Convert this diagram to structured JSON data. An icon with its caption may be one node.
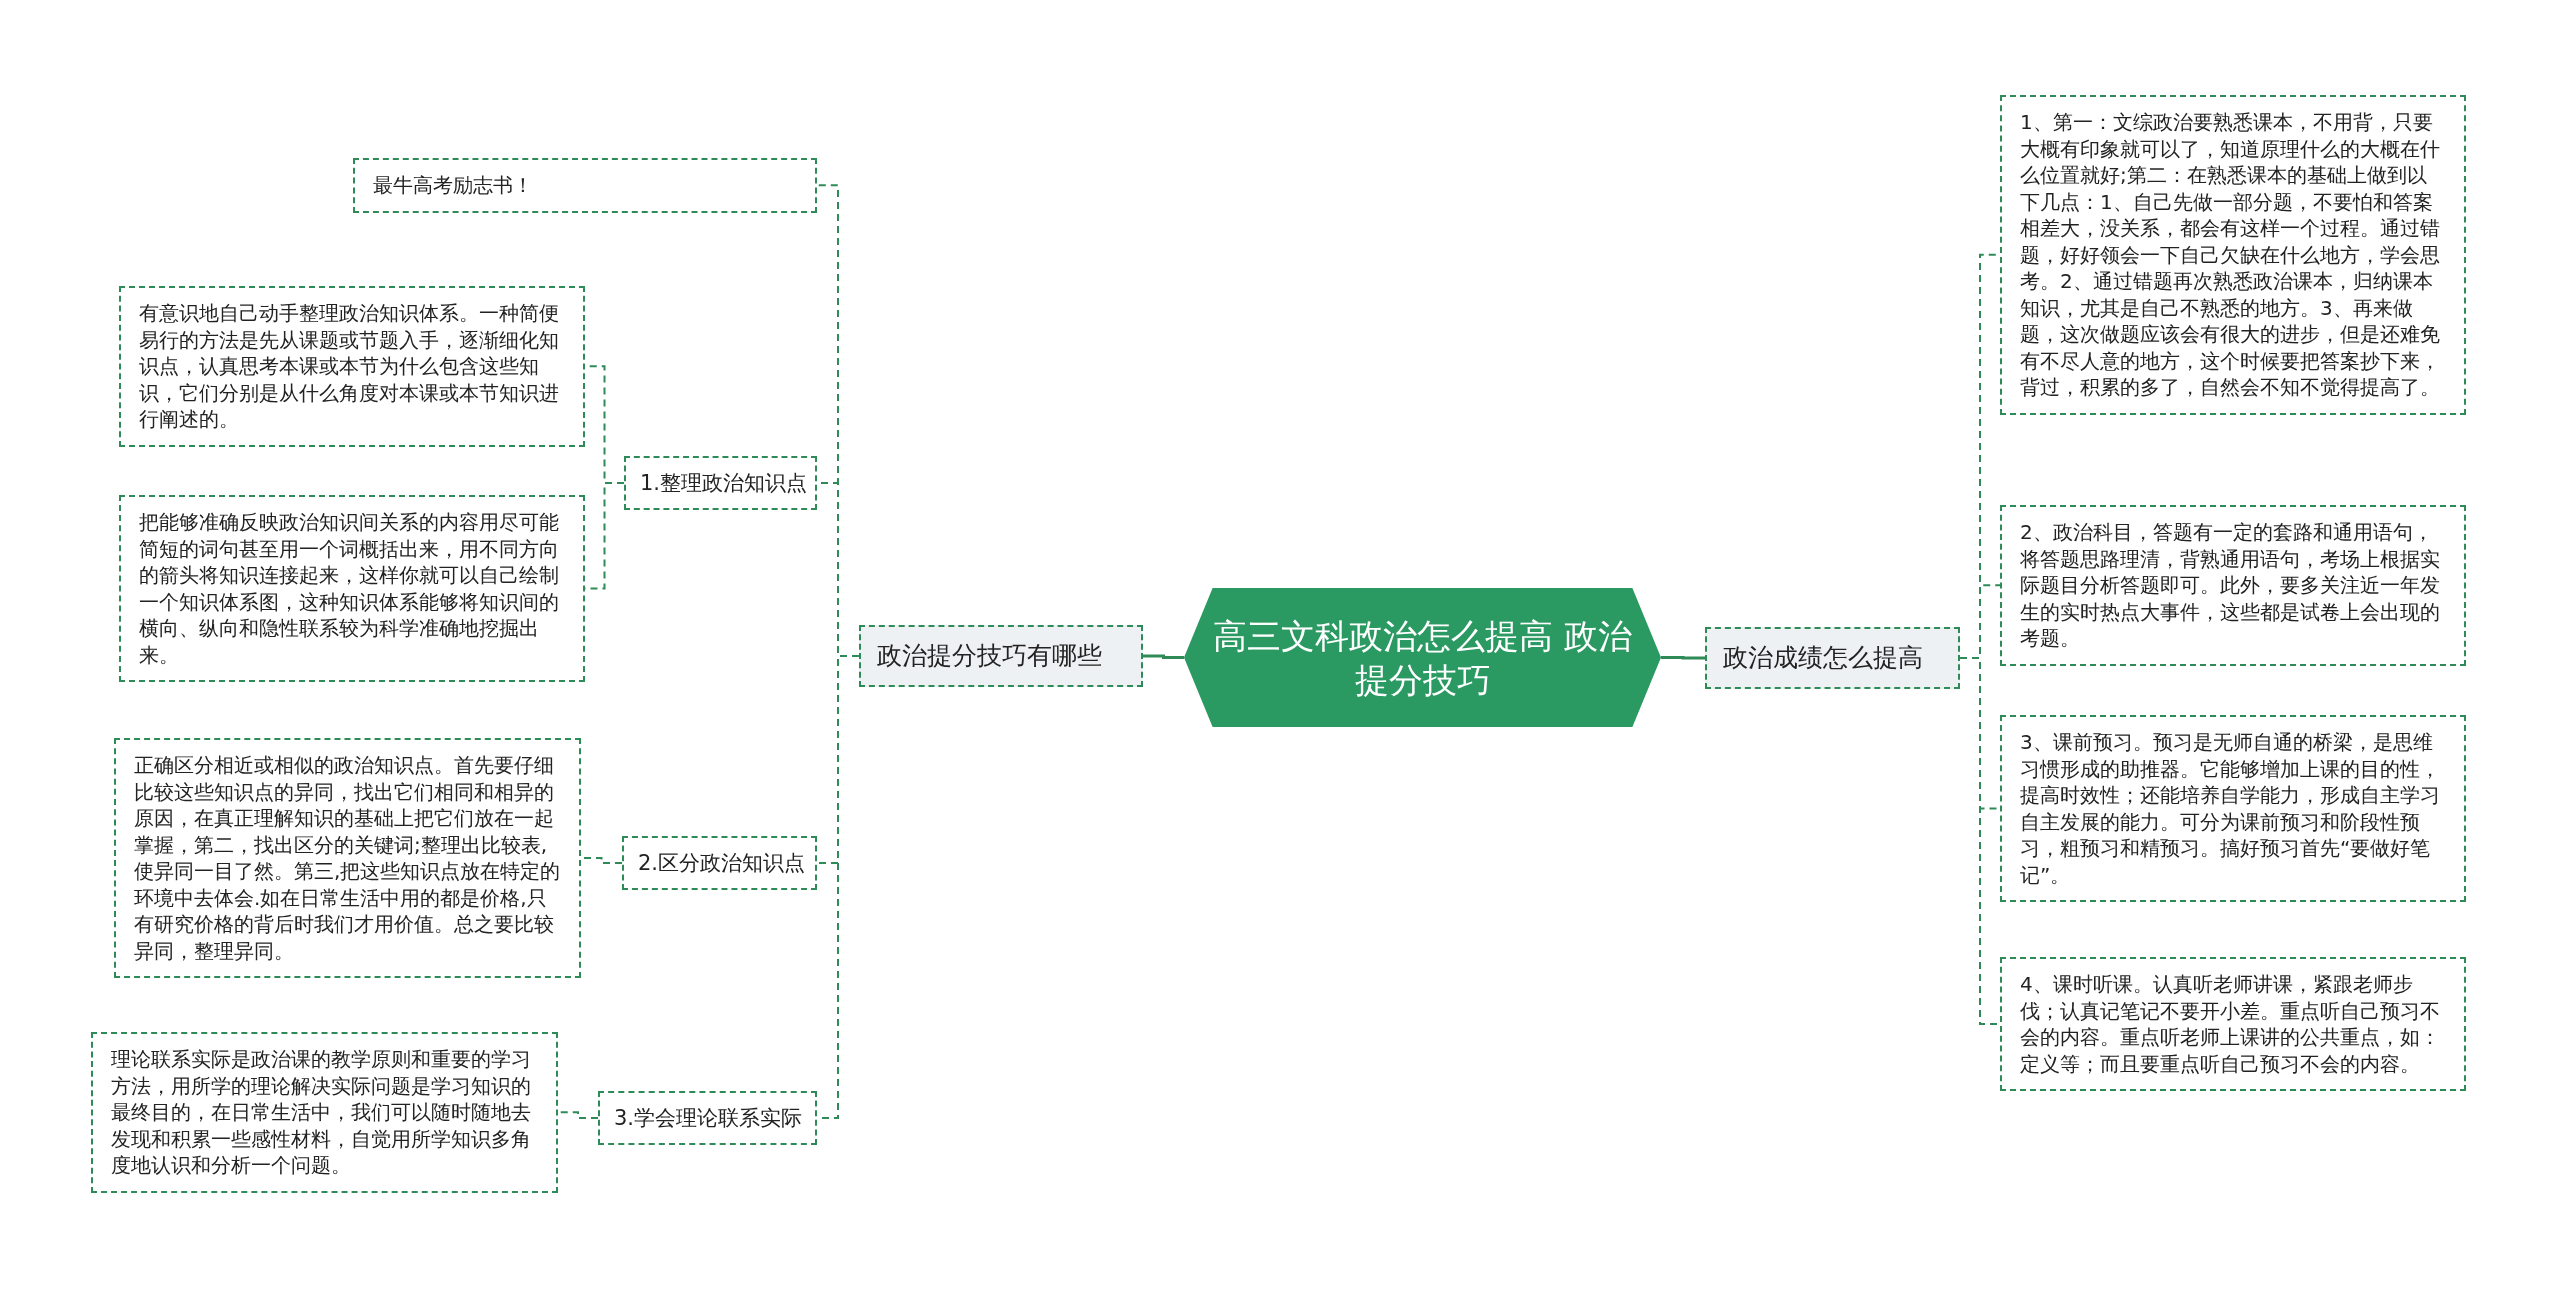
{
  "diagram": {
    "nodes": [
      {
        "text": [
          "高三文科政治怎么提高 政治提分技巧"
        ]
      },
      {
        "text": [
          "政治提分技巧有哪些"
        ]
      },
      {
        "text": [
          "最牛高考励志书！"
        ]
      },
      {
        "text": [
          "1.整理政治知识点"
        ]
      },
      {
        "text": [
          "有意识地自己动手整理政治知识体系。一种简便易行的方法是先从课题或节题入手，逐渐细化知识点，认真思考本课或本节为什么包含这些知识，它们分别是从什么角度对本课或本节知识进行阐述的。"
        ]
      },
      {
        "text": [
          "把能够准确反映政治知识间关系的内容用尽可能简短的词句甚至用一个词概括出来，用不同方向的箭头将知识连接起来，这样你就可以自己绘制一个知识体系图，这种知识体系能够将知识间的横向、纵向和隐性联系较为科学准确地挖掘出来。"
        ]
      },
      {
        "text": [
          "2.区分政治知识点"
        ]
      },
      {
        "text": [
          "正确区分相近或相似的政治知识点。首先要仔细比较这些知识点的异同，找出它们相同和相异的原因，在真正理解知识的基础上把它们放在一起掌握，第二，找出区分的关键词;整理出比较表,使异同一目了然。第三,把这些知识点放在特定的环境中去体会.如在日常生活中用的都是价格,只有研究价格的背后时我们才用价值。总之要比较异同，整理异同。"
        ]
      },
      {
        "text": [
          "3.学会理论联系实际"
        ]
      },
      {
        "text": [
          "理论联系实际是政治课的教学原则和重要的学习方法，用所学的理论解决实际问题是学习知识的最终目的，在日常生活中，我们可以随时随地去发现和积累一些感性材料，自觉用所学知识多角度地认识和分析一个问题。"
        ]
      },
      {
        "text": [
          "政治成绩怎么提高"
        ]
      },
      {
        "text": [
          "1、第一：文综政治要熟悉课本，不用背，只要大概有印象就可以了，知道原理什么的大概在什么位置就好;第二：在熟悉课本的基础上做到以下几点：1、自己先做一部分题，不要怕和答案相差大，没关系，都会有这样一个过程。通过错题，好好领会一下自己欠缺在什么地方，学会思考。2、通过错题再次熟悉政治课本，归纳课本知识，尤其是自己不熟悉的地方。3、再来做题，这次做题应该会有很大的进步，但是还难免有不尽人意的地方，这个时候要把答案抄下来，背过，积累的多了，自然会不知不觉得提高了。"
        ]
      },
      {
        "text": [
          "2、政治科目，答题有一定的套路和通用语句，将答题思路理清，背熟通用语句，考场上根据实际题目分析答题即可。此外，要多关注近一年发生的实时热点大事件，这些都是试卷上会出现的考题。"
        ]
      },
      {
        "text": [
          "3、课前预习。预习是无师自通的桥梁，是思维习惯形成的助推器。它能够增加上课的目的性，提高时效性；还能培养自学能力，形成自主学习自主发展的能力。可分为课前预习和阶段性预习，粗预习和精预习。搞好预习首先“要做好笔记”。"
        ]
      },
      {
        "text": [
          "4、课时听课。认真听老师讲课，紧跟老师步伐；认真记笔记不要开小差。重点听自己预习不会的内容。重点听老师上课讲的公共重点，如：定义等；而且要重点听自己预习不会的内容。"
        ]
      }
    ],
    "edges": [
      {
        "from": 0,
        "to": 1,
        "arrow": "none"
      },
      {
        "from": 0,
        "to": 10,
        "arrow": "none"
      },
      {
        "from": 1,
        "to": 2,
        "arrow": "none",
        "style": "dashed"
      },
      {
        "from": 1,
        "to": 3,
        "arrow": "none",
        "style": "dashed"
      },
      {
        "from": 1,
        "to": 6,
        "arrow": "none",
        "style": "dashed"
      },
      {
        "from": 1,
        "to": 8,
        "arrow": "none",
        "style": "dashed"
      },
      {
        "from": 3,
        "to": 4,
        "arrow": "none",
        "style": "dashed"
      },
      {
        "from": 3,
        "to": 5,
        "arrow": "none",
        "style": "dashed"
      },
      {
        "from": 6,
        "to": 7,
        "arrow": "none",
        "style": "dashed"
      },
      {
        "from": 8,
        "to": 9,
        "arrow": "none",
        "style": "dashed"
      },
      {
        "from": 10,
        "to": 11,
        "arrow": "none",
        "style": "dashed"
      },
      {
        "from": 10,
        "to": 12,
        "arrow": "none",
        "style": "dashed"
      },
      {
        "from": 10,
        "to": 13,
        "arrow": "none",
        "style": "dashed"
      },
      {
        "from": 10,
        "to": 14,
        "arrow": "none",
        "style": "dashed"
      }
    ]
  }
}
